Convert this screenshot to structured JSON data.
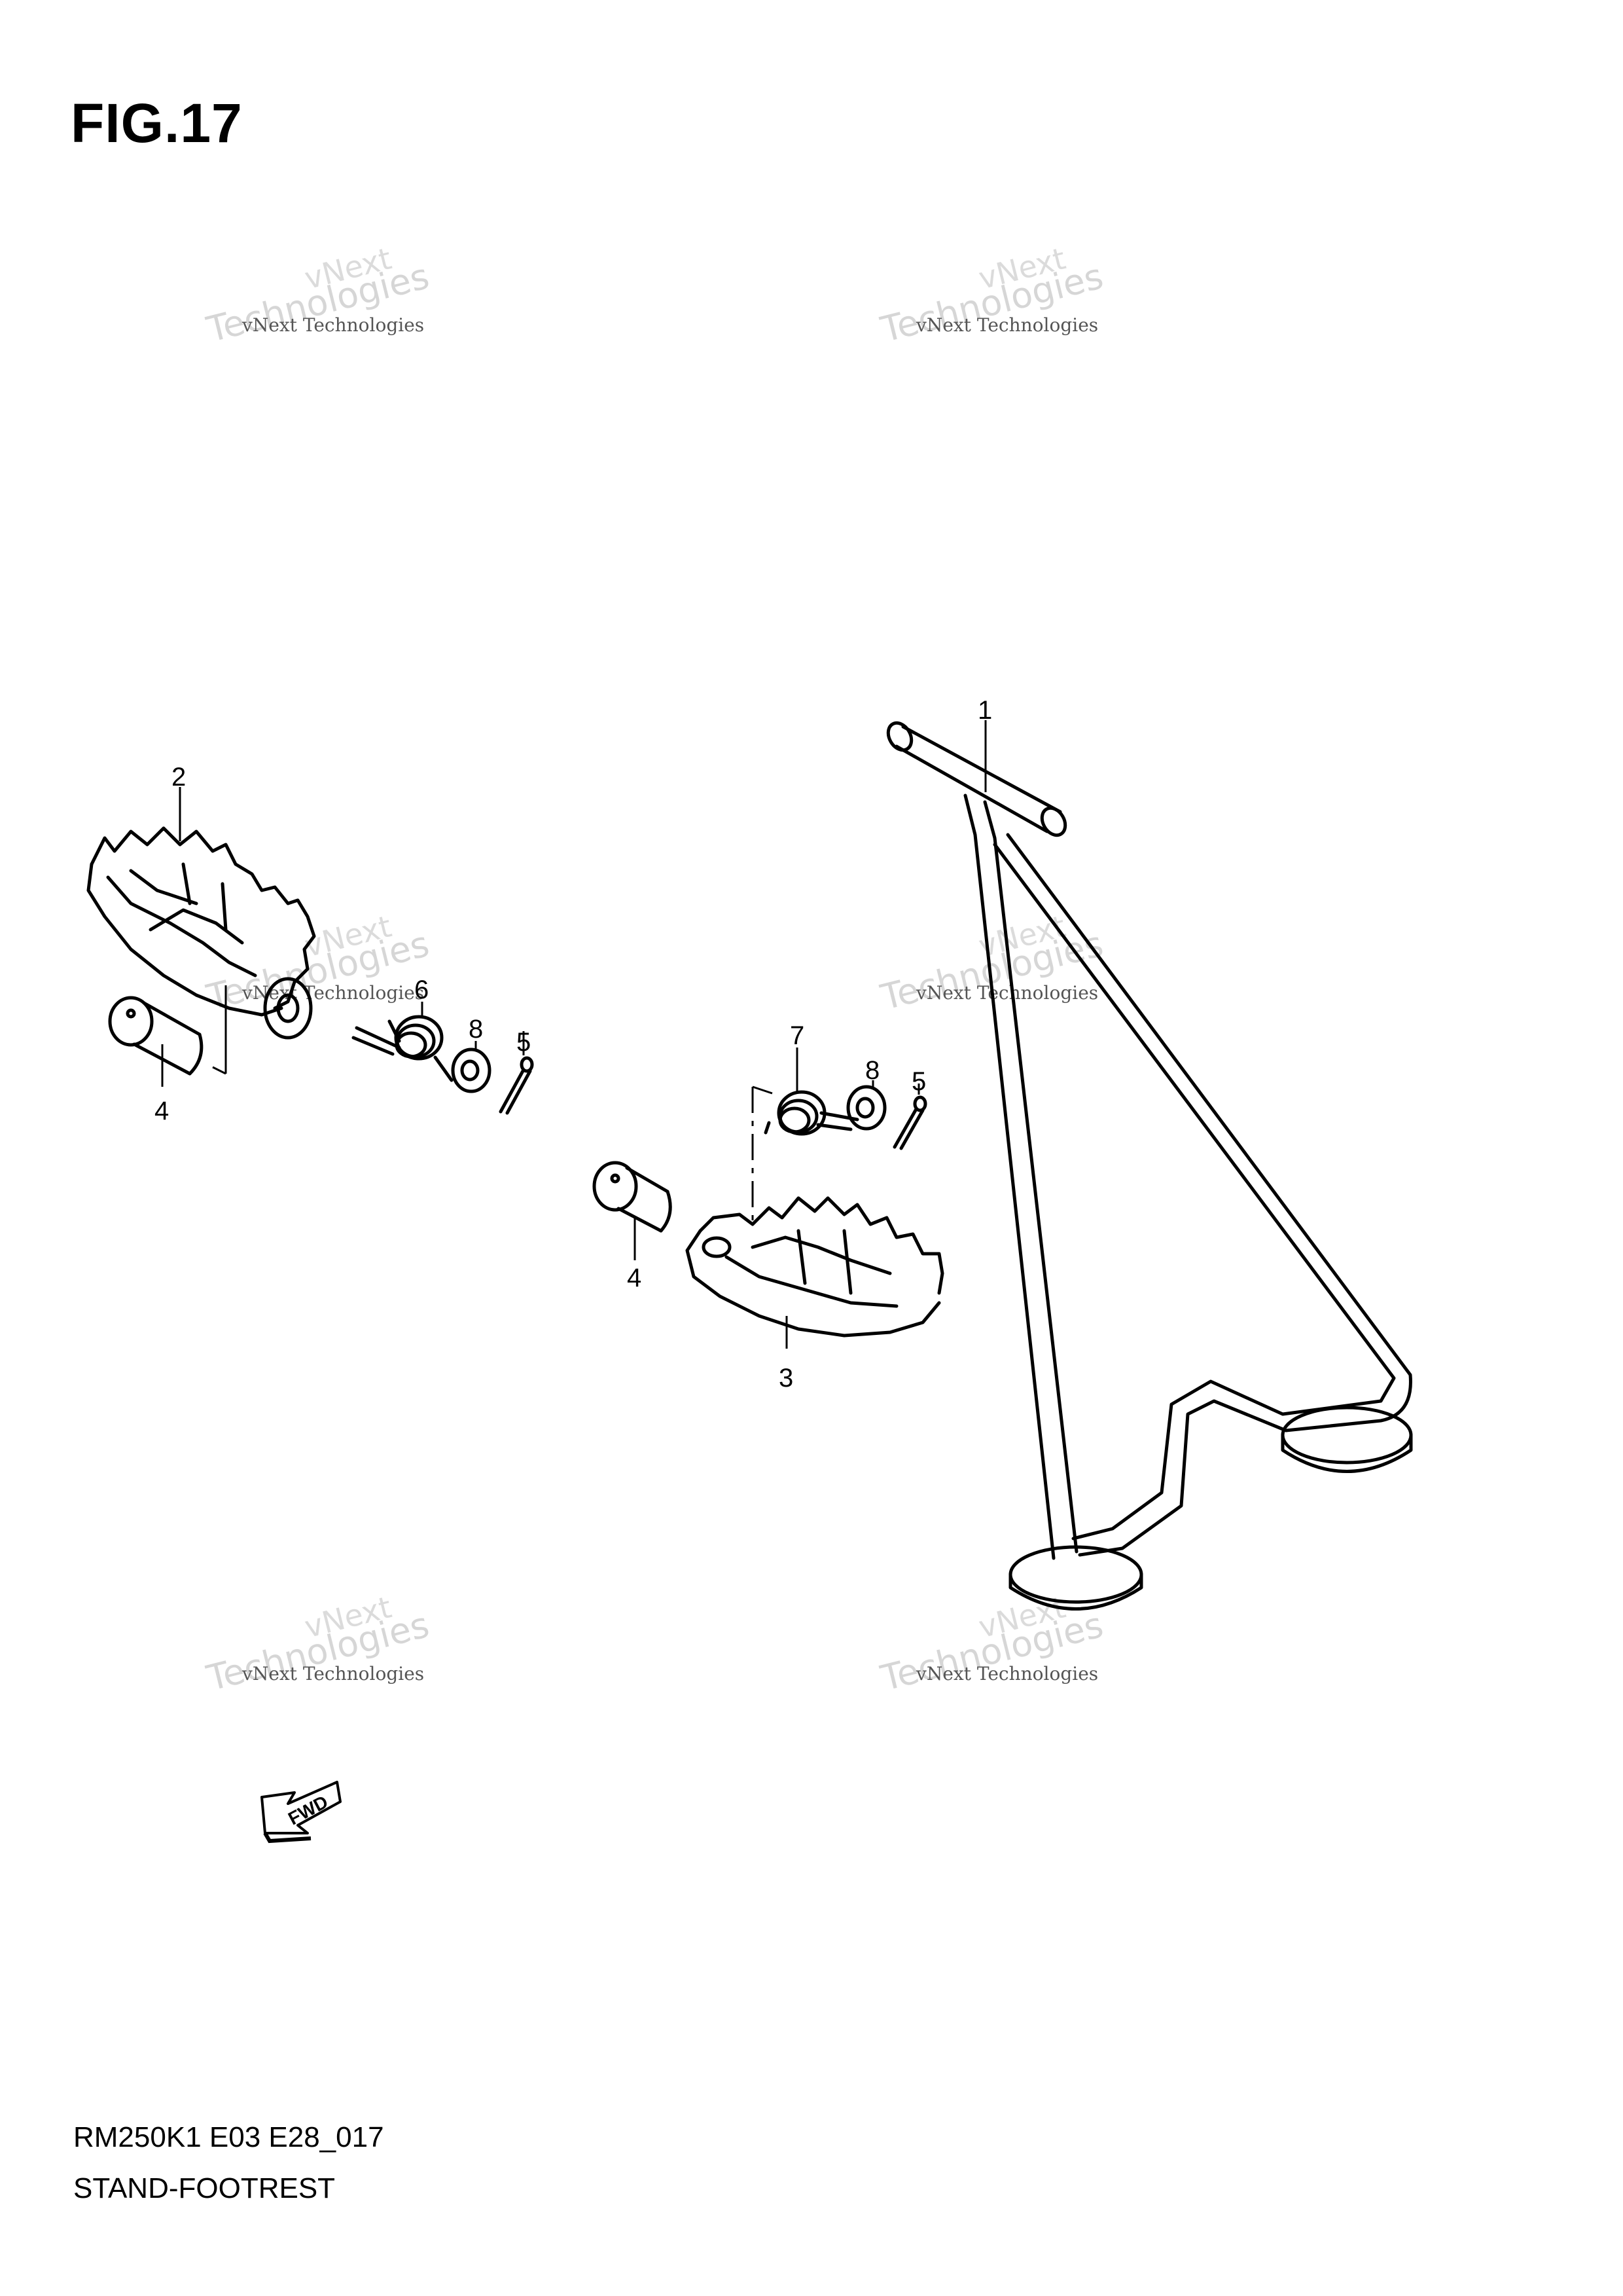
{
  "figure": {
    "title": "FIG.17",
    "model_code": "RM250K1 E03 E28_017",
    "name": "STAND-FOOTREST"
  },
  "watermark": {
    "small_text": "vNext Technologies",
    "large_top": "vNext",
    "large_bottom": "Technologies"
  },
  "fwd_label": "FWD",
  "callouts": {
    "p1": "1",
    "p2": "2",
    "p3": "3",
    "p4a": "4",
    "p4b": "4",
    "p5a": "5",
    "p5b": "5",
    "p6": "6",
    "p7": "7",
    "p8a": "8",
    "p8b": "8"
  }
}
